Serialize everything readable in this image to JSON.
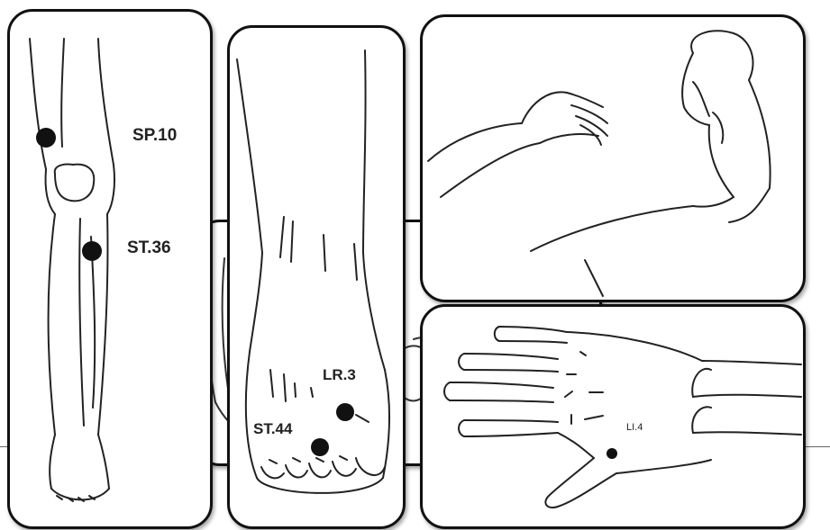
{
  "points": {
    "sp10": "SP.10",
    "st36": "ST.36",
    "lr3": "LR.3",
    "st44": "ST.44",
    "li4": "LI.4"
  },
  "colors": {
    "line": "#222222",
    "point": "#111111",
    "border": "#111111"
  }
}
